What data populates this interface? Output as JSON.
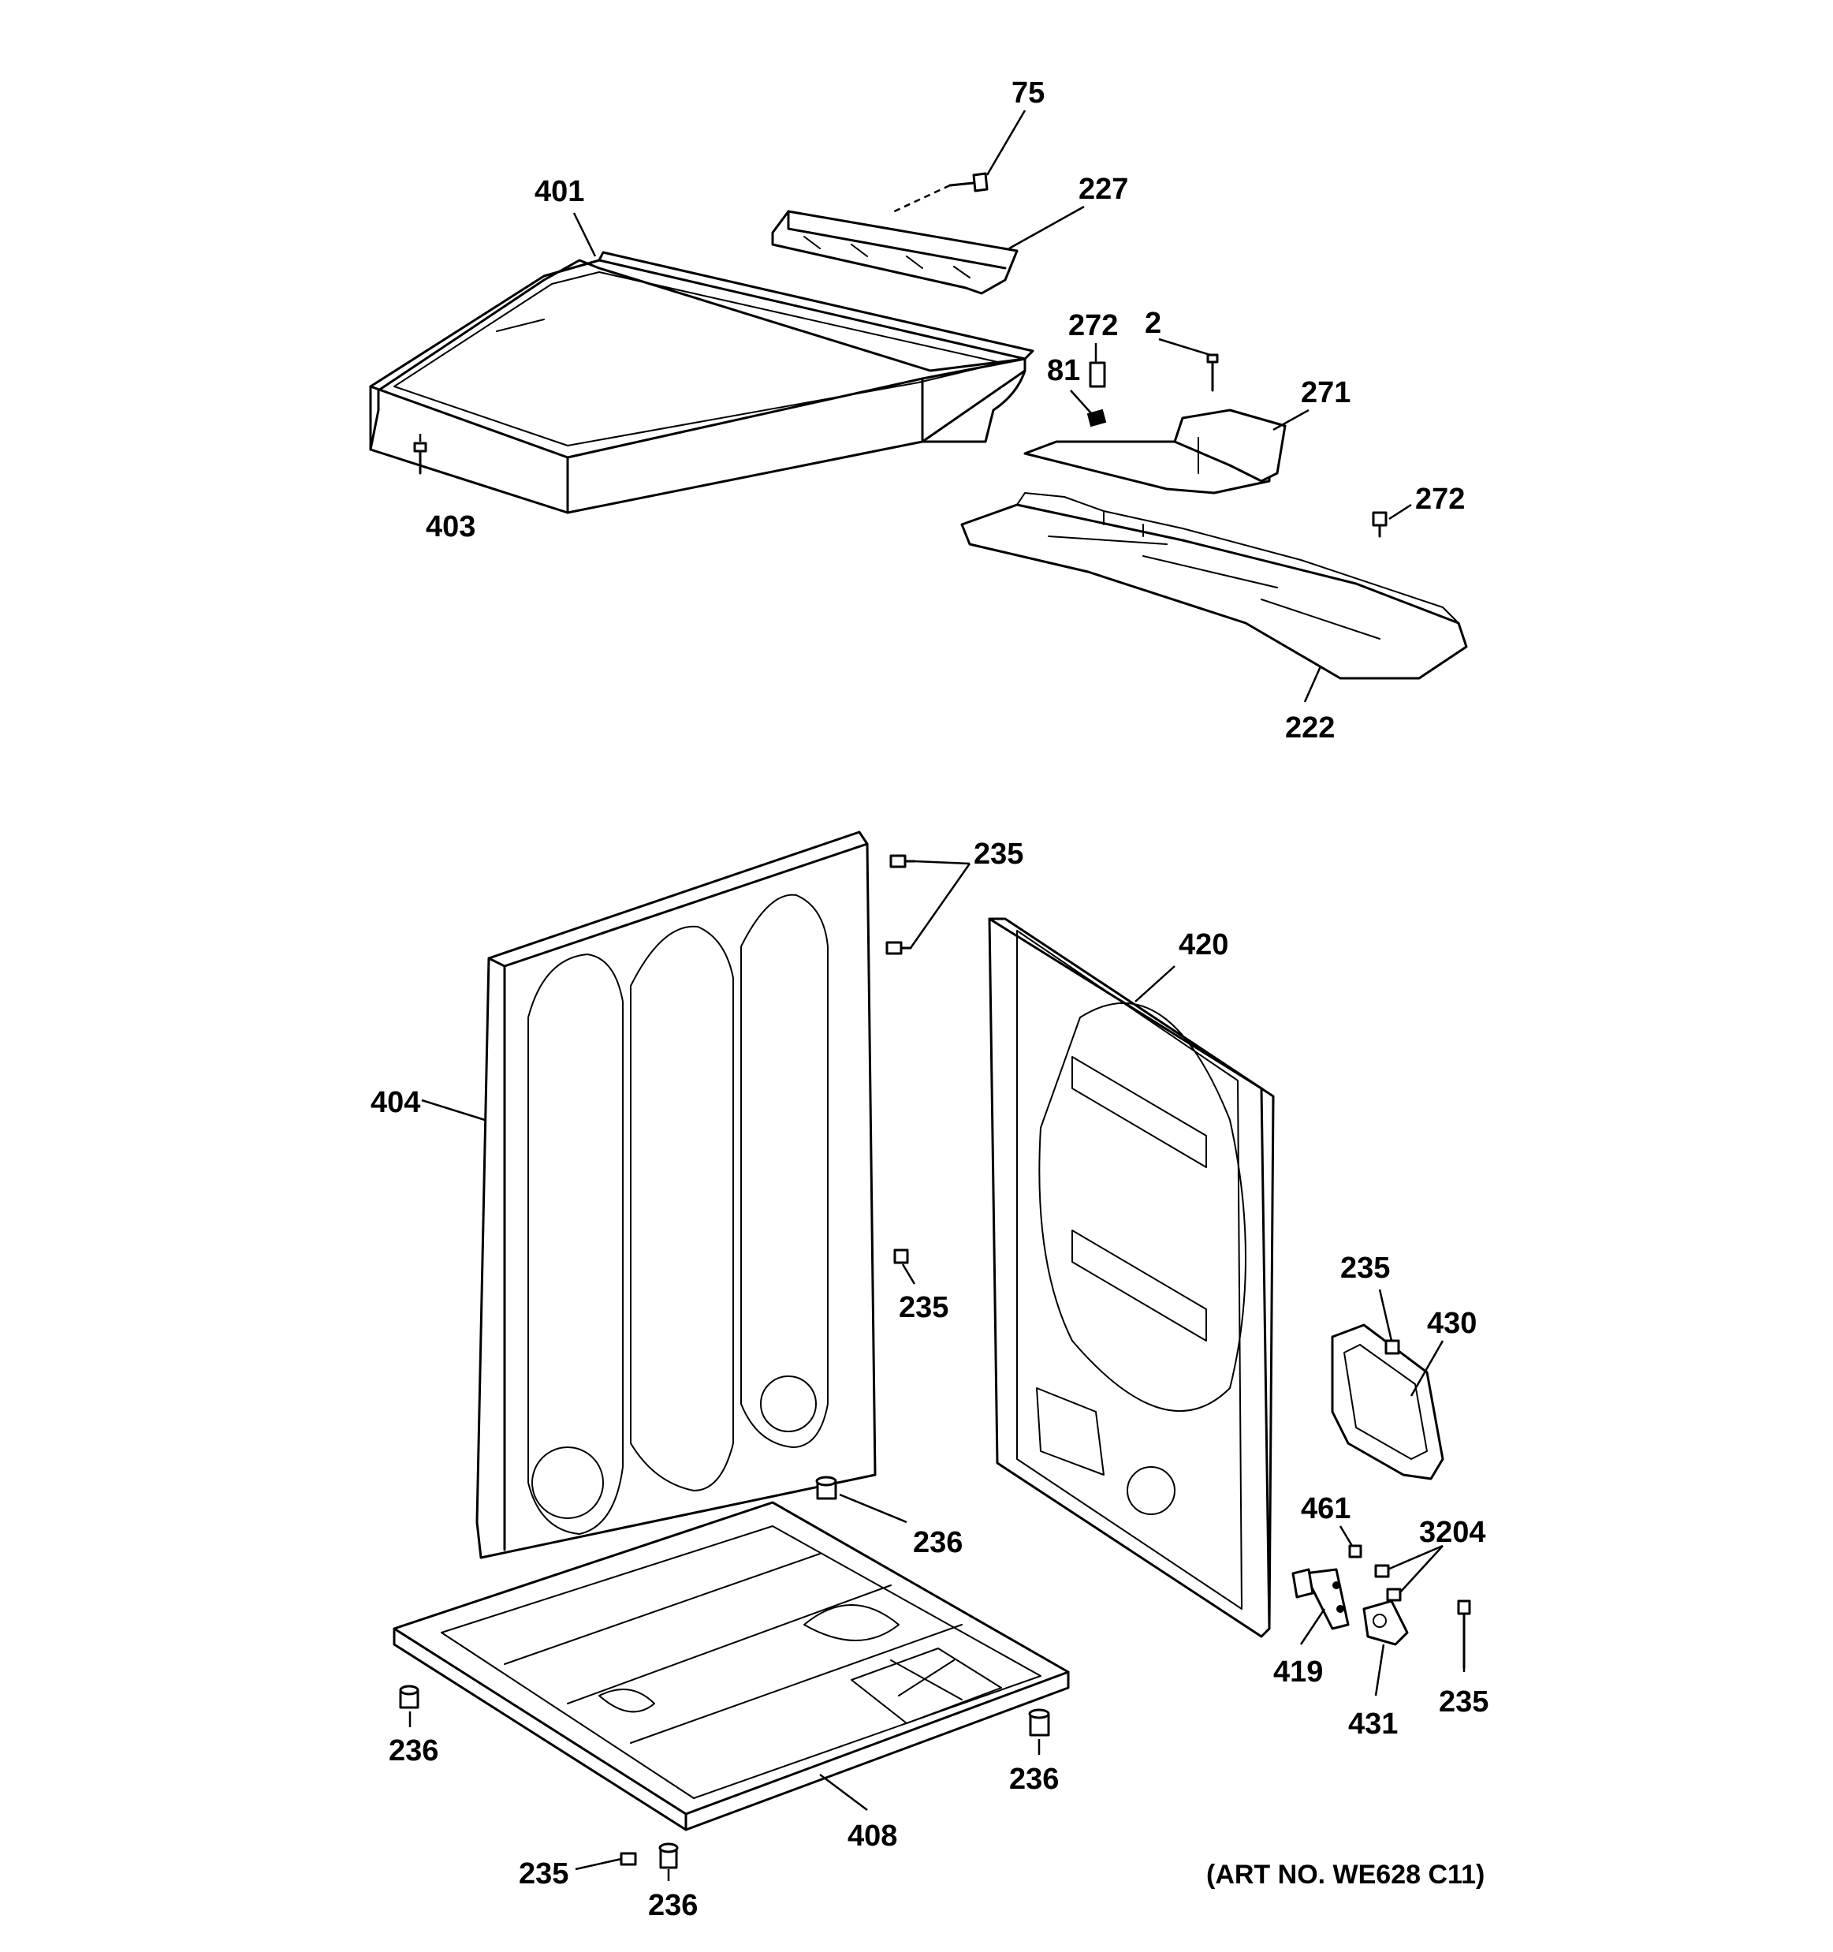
{
  "callouts": {
    "c75": "75",
    "c227": "227",
    "c401": "401",
    "c272a": "272",
    "c2": "2",
    "c81": "81",
    "c271": "271",
    "c272b": "272",
    "c403": "403",
    "c222": "222",
    "c235a": "235",
    "c420": "420",
    "c404": "404",
    "c235b": "235",
    "c235c": "235",
    "c430": "430",
    "c236a": "236",
    "c461": "461",
    "c3204": "3204",
    "c419": "419",
    "c431": "431",
    "c235d": "235",
    "c236b": "236",
    "c236c": "236",
    "c408": "408",
    "c235e": "235",
    "c236d": "236"
  },
  "art_number": "(ART NO. WE628 C11)",
  "colors": {
    "line": "#000000",
    "background": "#ffffff"
  }
}
